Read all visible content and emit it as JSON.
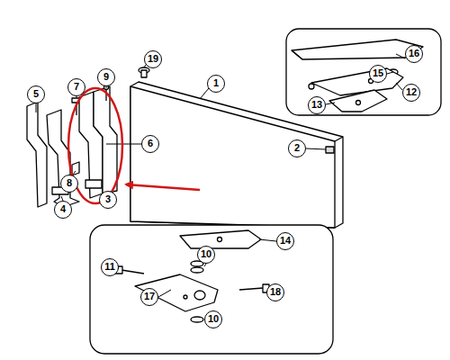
{
  "diagram": {
    "labels": [
      "16",
      "5",
      "7",
      "9",
      "19",
      "1",
      "15",
      "12",
      "13",
      "6",
      "2",
      "8",
      "3",
      "4",
      "14",
      "10",
      "11",
      "18",
      "17",
      "10"
    ]
  }
}
